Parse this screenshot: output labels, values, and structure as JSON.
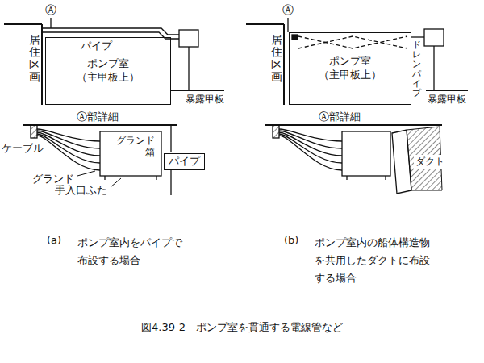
{
  "diagram": {
    "caption": "図4.39-2　ポンプ室を貫通する電線管など",
    "nodes": [
      {
        "text": [
          "ポンプ室",
          "（主甲板上）"
        ]
      },
      {
        "text": [
          "ポンプ室",
          "（主甲板上）"
        ]
      },
      {
        "text": [
          "パイプ"
        ]
      }
    ],
    "labels": [
      "Ⓐ",
      "パイプ",
      "居住区画",
      "暴露甲板",
      "Ⓐ部詳細",
      "ケーブル",
      "グランド 箱",
      "グランド",
      "手入口ふた",
      "(a)",
      "ポンプ室内をパイプで 布設する場合",
      "Ⓐ",
      "居住区画",
      "ドレンパイプ",
      "暴露甲板",
      "Ⓐ部詳細",
      "ダクト",
      "(b)",
      "ポンプ室内の船体構造物 を共用したダクトに布設 する場合"
    ]
  }
}
